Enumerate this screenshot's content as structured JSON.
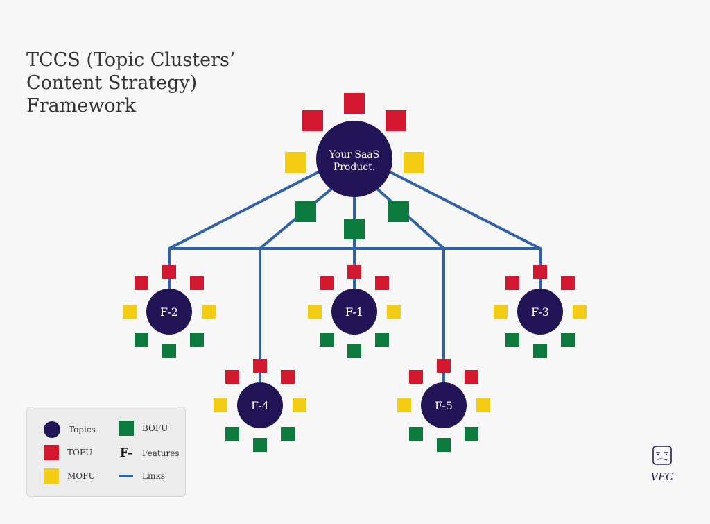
{
  "title": {
    "line1": "TCCS (Topic Clusters’",
    "line2": "Content Strategy)",
    "line3": "Framework"
  },
  "colors": {
    "topic": "#231357",
    "tofu": "#d2172f",
    "mofu": "#f5cc14",
    "bofu": "#0b7a3c",
    "link": "#2f62a8"
  },
  "root": {
    "label_line1": "Your SaaS",
    "label_line2": "Product."
  },
  "features": [
    {
      "id": "f2",
      "label": "F-2"
    },
    {
      "id": "f1",
      "label": "F-1"
    },
    {
      "id": "f3",
      "label": "F-3"
    },
    {
      "id": "f4",
      "label": "F-4"
    },
    {
      "id": "f5",
      "label": "F-5"
    }
  ],
  "legend": {
    "topics": "Topics",
    "tofu": "TOFU",
    "mofu": "MOFU",
    "bofu": "BOFU",
    "features_symbol": "F-",
    "features": "Features",
    "links": "Links"
  },
  "logo": {
    "text": "VEC",
    "icon": "robot-face-icon"
  }
}
